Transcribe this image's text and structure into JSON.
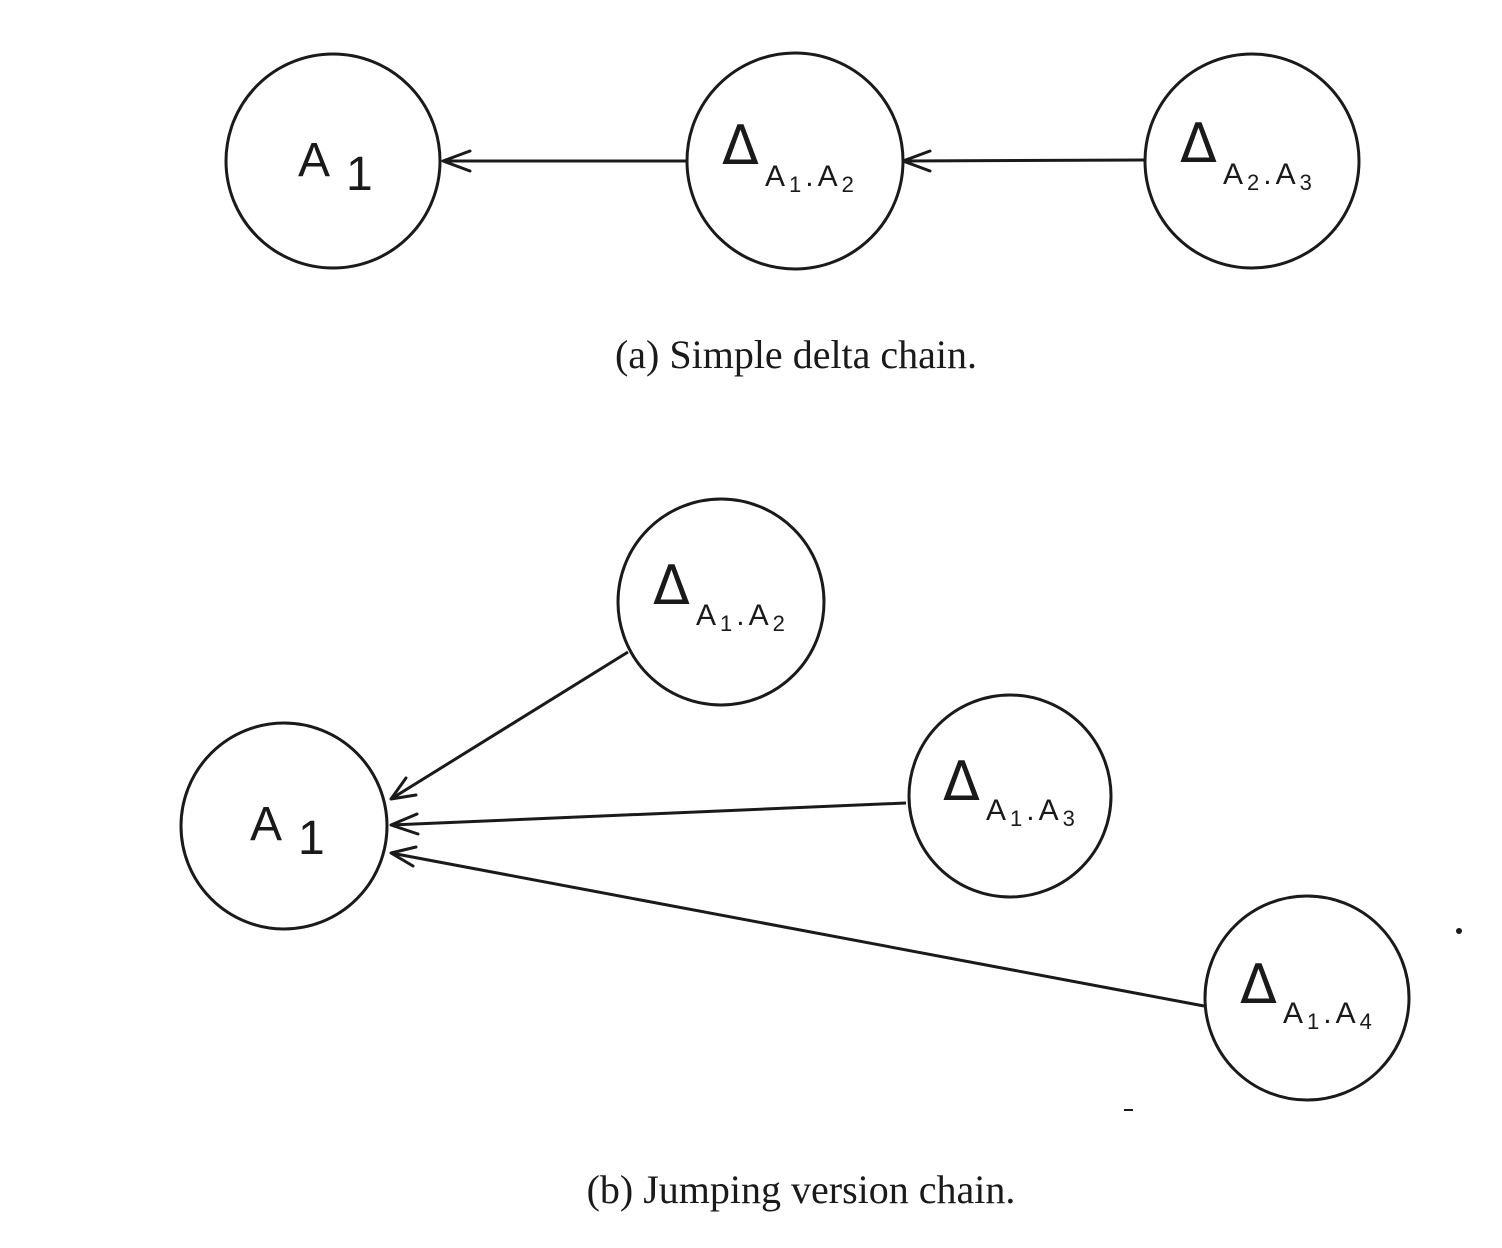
{
  "panel_a": {
    "caption": "(a) Simple delta chain.",
    "nodes": [
      {
        "id": "a-n1",
        "label": "A",
        "sub": "1",
        "kind": "base"
      },
      {
        "id": "a-n2",
        "label": "Δ",
        "sub": "A",
        "subsub": "1",
        "sep": ".",
        "sub2": "A",
        "subsub2": "2",
        "kind": "delta"
      },
      {
        "id": "a-n3",
        "label": "Δ",
        "sub": "A",
        "subsub": "2",
        "sep": ".",
        "sub2": "A",
        "subsub2": "3",
        "kind": "delta"
      }
    ],
    "edges": [
      {
        "from": "a-n2",
        "to": "a-n1"
      },
      {
        "from": "a-n3",
        "to": "a-n2"
      }
    ]
  },
  "panel_b": {
    "caption": "(b) Jumping version chain.",
    "nodes": [
      {
        "id": "b-n1",
        "label": "A",
        "sub": "1",
        "kind": "base"
      },
      {
        "id": "b-n2",
        "label": "Δ",
        "sub": "A",
        "subsub": "1",
        "sep": ".",
        "sub2": "A",
        "subsub2": "2",
        "kind": "delta"
      },
      {
        "id": "b-n3",
        "label": "Δ",
        "sub": "A",
        "subsub": "1",
        "sep": ".",
        "sub2": "A",
        "subsub2": "3",
        "kind": "delta"
      },
      {
        "id": "b-n4",
        "label": "Δ",
        "sub": "A",
        "subsub": "1",
        "sep": ".",
        "sub2": "A",
        "subsub2": "4",
        "kind": "delta"
      }
    ],
    "edges": [
      {
        "from": "b-n2",
        "to": "b-n1"
      },
      {
        "from": "b-n3",
        "to": "b-n1"
      },
      {
        "from": "b-n4",
        "to": "b-n1"
      }
    ]
  }
}
